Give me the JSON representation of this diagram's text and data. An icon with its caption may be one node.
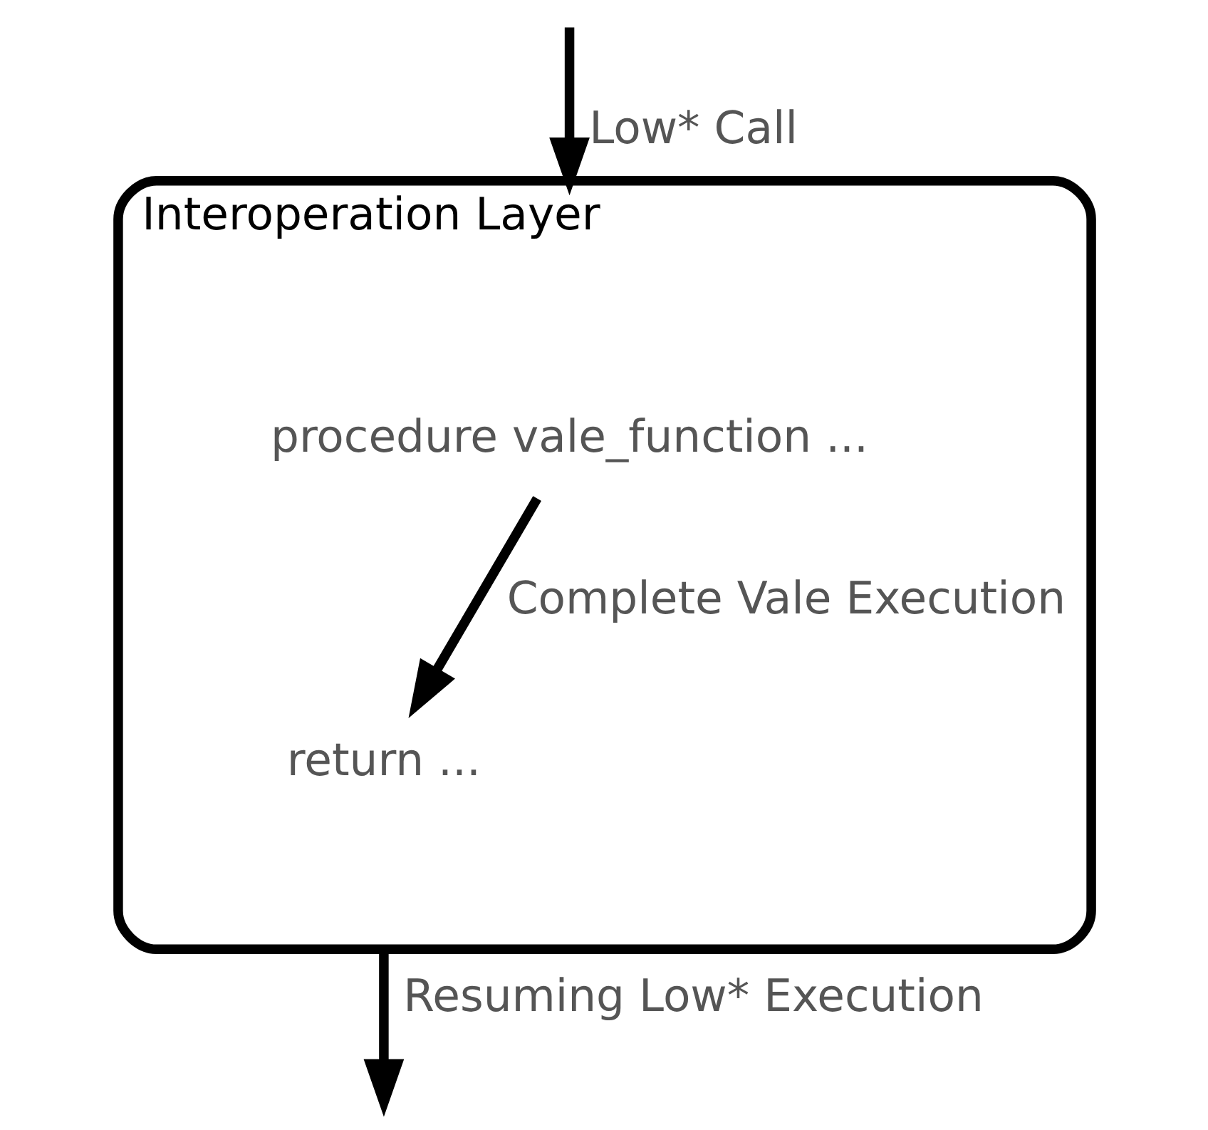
{
  "diagram": {
    "nodes": [
      {
        "text": [
          "Interoperation Layer"
        ]
      },
      {
        "text": [
          "procedure vale_function ..."
        ],
        "in": 0
      },
      {
        "text": [
          "return ..."
        ],
        "in": 0
      }
    ],
    "edges": [
      {
        "from": null,
        "to": 0,
        "arrow": "to",
        "label": "Low* Call"
      },
      {
        "from": 1,
        "to": 2,
        "arrow": "to",
        "label": "Complete Vale Execution"
      },
      {
        "from": 0,
        "to": null,
        "arrow": "to",
        "label": "Resuming Low* Execution"
      }
    ]
  }
}
